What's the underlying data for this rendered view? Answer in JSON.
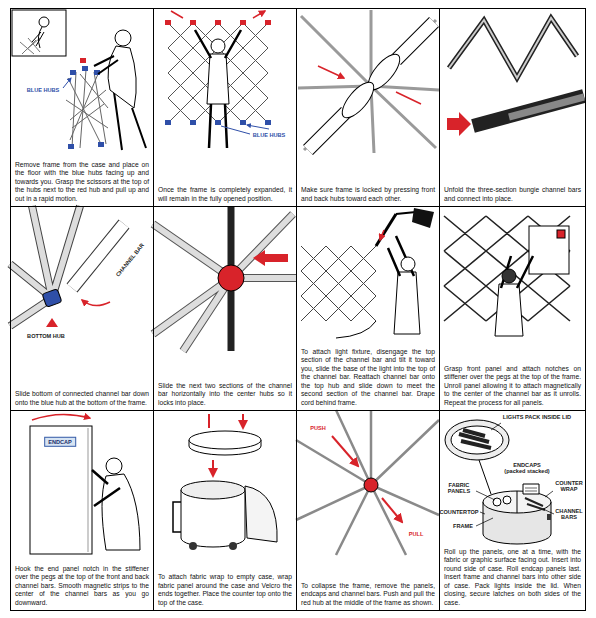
{
  "diagram": {
    "nodes": [
      {
        "text": [
          "Remove frame from the case and place on the floor with the blue hubs facing up and towards you. Grasp the scissors at the top of the hubs next to the red hub and pull up and out in a rapid motion."
        ]
      },
      {
        "text": [
          "Once the frame is completely expanded, it will remain in the fully opened position."
        ]
      },
      {
        "text": [
          "Make sure frame is locked by pressing front and back hubs toward each other."
        ]
      },
      {
        "text": [
          "Unfold the three-section bungie channel bars and connect into place."
        ]
      },
      {
        "text": [
          "Slide bottom of connected channel bar down onto the blue hub at the bottom of the frame."
        ]
      },
      {
        "text": [
          "Slide the next two sections of the channel bar horizontally into the center hubs so it locks into place."
        ]
      },
      {
        "text": [
          "To attach light fixture, disengage the top section of the channel bar and tilt it toward you, slide the base of the light into the top of the channel bar. Reattach channel bar onto the top hub and slide down to meet the second section of the channel bar. Drape cord behind frame."
        ]
      },
      {
        "text": [
          "Grasp front panel and attach notches on stiffener over the pegs at the top of the frame. Unroll panel allowing it to attach magnetically to the center of the channel bar as it unrolls. Repeat the process for all panels."
        ]
      },
      {
        "text": [
          "Hook the end panel notch in the stiffener over the pegs at the top of the front and back channel bars. Smooth magnetic strips to the center of the channel bars as you go downward."
        ]
      },
      {
        "text": [
          "To attach fabric wrap to empty case, wrap fabric panel around the case and Velcro the ends together. Place the counter top onto the top of the case."
        ]
      },
      {
        "text": [
          "To collapse the frame, remove the panels, endcaps and channel bars. Push and pull the red hub at the middle of the frame as shown."
        ]
      },
      {
        "text": [
          "Roll up the panels, one at a time, with the fabric or graphic surface facing out. Insert into round side of case. Roll endcap panels last. Insert frame and channel bars into other side of case. Pack lights inside the lid. When closing, secure latches on both sides of the case."
        ]
      }
    ],
    "labels": [
      "BLUE HUBS",
      "BLUE HUBS",
      "CHANNEL BAR",
      "BOTTOM HUB",
      "ENDCAP",
      "PUSH",
      "PULL",
      "LIGHTS PACK INSIDE LID",
      "ENDCAPS (packed stacked)",
      "FABRIC PANELS",
      "COUNTER WRAP",
      "COUNTERTOP",
      "FRAME",
      "CHANNEL BARS"
    ]
  }
}
